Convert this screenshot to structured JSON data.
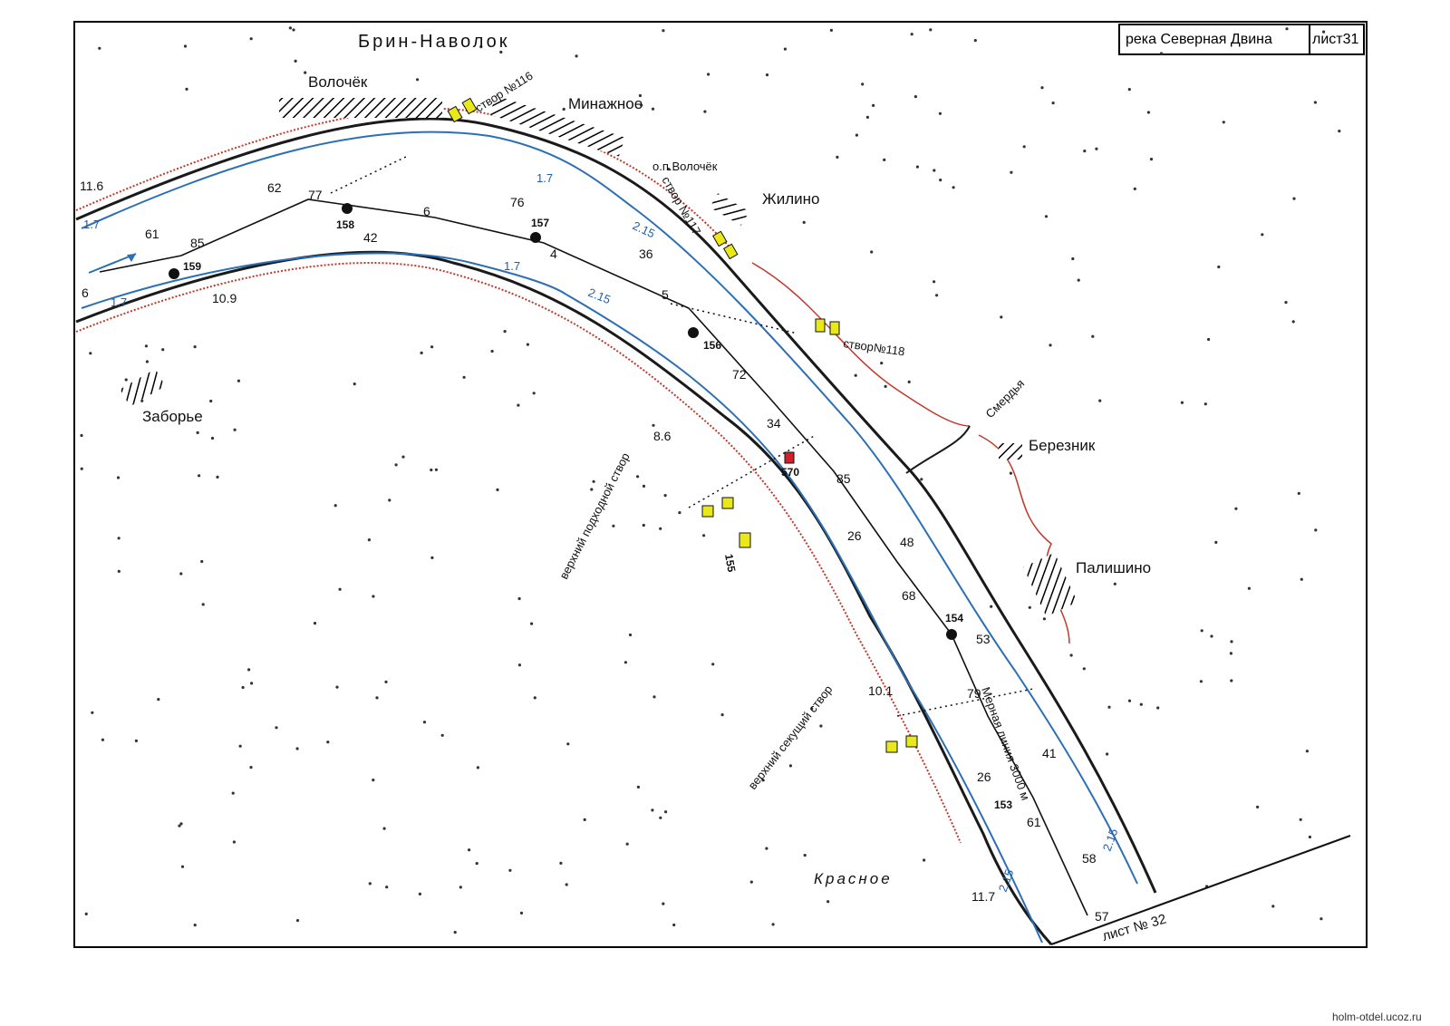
{
  "header": {
    "river": "река  Северная  Двина",
    "sheet": "лист31"
  },
  "places": {
    "brin_navolok": "Брин-Наволок",
    "volochek": "Волочёк",
    "minozhnoe": "Минажное",
    "zhilino": "Жилино",
    "zabore": "Заборье",
    "bereznik": "Березник",
    "palishino": "Палишино",
    "krasnoe": "Красное",
    "stop_volochek": "о.п.Волочёк",
    "smerdya": "Смердья"
  },
  "annotations": {
    "stvor116": "створ №116",
    "stvor117": "створ №117",
    "stvor118": "створ№118",
    "upper_approach": "верхний подходной створ",
    "upper_cutting": "верхний секущий створ",
    "measure_line": "Мерная линия 3000 м",
    "next_sheet": "лист № 32"
  },
  "isobaths": {
    "shallow": "1.7",
    "deep": "2.15"
  },
  "depths": {
    "d11_6": "11.6",
    "d10_9": "10.9",
    "d8_6": "8.6",
    "d10_1": "10.1",
    "d11_7": "11.7",
    "d62": "62",
    "d77": "77",
    "d6": "6",
    "d76": "76",
    "d61": "61",
    "d85": "85",
    "d42": "42",
    "d4": "4",
    "d36": "36",
    "d5": "5",
    "d72": "72",
    "d34": "34",
    "d85b": "85",
    "d26": "26",
    "d48": "48",
    "d68": "68",
    "d53": "53",
    "d79": "79",
    "d41": "41",
    "d26b": "26",
    "d61b": "61",
    "d58": "58",
    "d57": "57",
    "d6left": "6"
  },
  "buoys": {
    "b159": "159",
    "b158": "158",
    "b157": "157",
    "b156": "156",
    "b155": "155",
    "b154": "154",
    "b153": "153",
    "b570": "570"
  },
  "colors": {
    "bank": "#1a1a1a",
    "shore_red": "#c0392b",
    "isobath_blue": "#2c6fb5",
    "sign_yellow": "#e8e81a",
    "marker_red": "#d0202a"
  },
  "watermark": "holm-otdel.ucoz.ru"
}
